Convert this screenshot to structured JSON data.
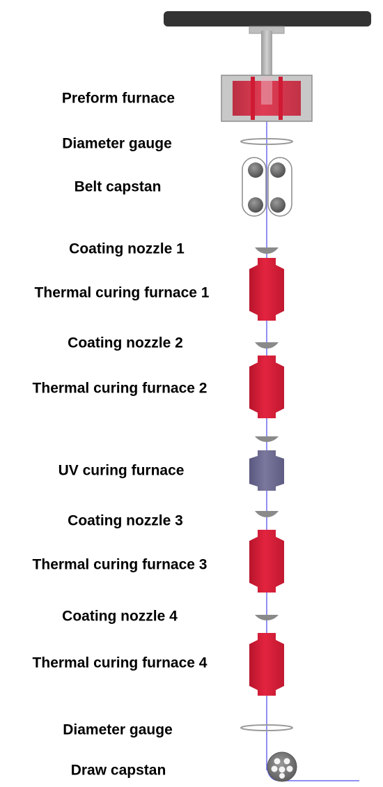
{
  "labels": {
    "preform_furnace": "Preform furnace",
    "diameter_gauge_top": "Diameter gauge",
    "belt_capstan": "Belt capstan",
    "coating_nozzle_1": "Coating nozzle 1",
    "thermal_curing_furnace_1": "Thermal curing furnace 1",
    "coating_nozzle_2": "Coating nozzle 2",
    "thermal_curing_furnace_2": "Thermal curing furnace 2",
    "uv_curing_furnace": "UV curing furnace",
    "coating_nozzle_3": "Coating nozzle 3",
    "thermal_curing_furnace_3": "Thermal curing furnace 3",
    "coating_nozzle_4": "Coating nozzle 4",
    "thermal_curing_furnace_4": "Thermal curing furnace 4",
    "diameter_gauge_bottom": "Diameter gauge",
    "draw_capstan": "Draw capstan"
  },
  "colors": {
    "fiber": "#6a6af0",
    "thermal_furnace": "#d8203a",
    "uv_furnace": "#6c6a8e",
    "frame": "#3a3a3a",
    "nozzle": "#8a8a8a"
  }
}
